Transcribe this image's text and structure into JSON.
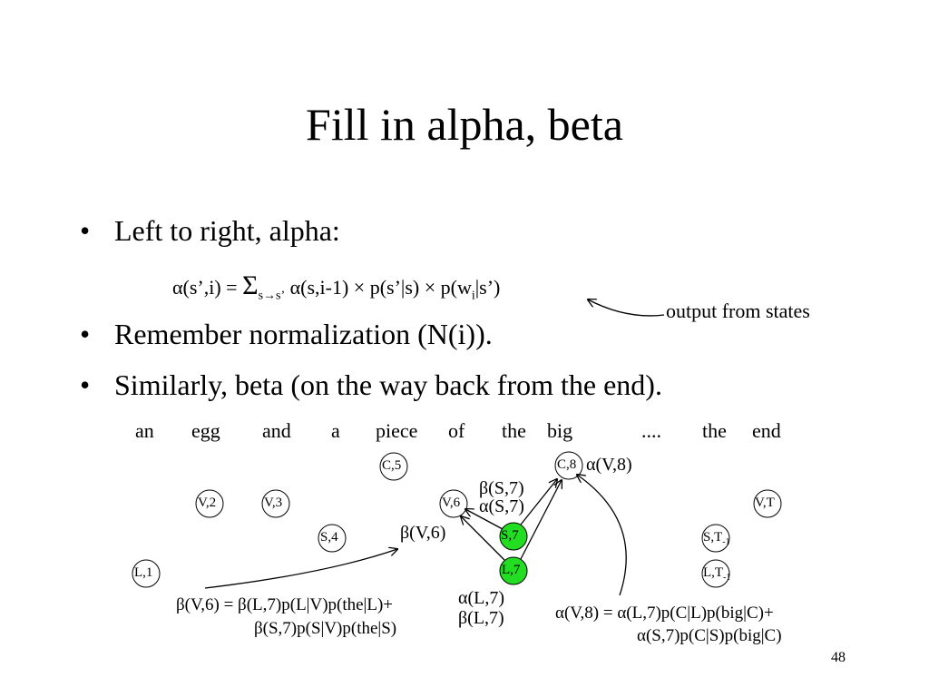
{
  "title": "Fill in alpha, beta",
  "bullets": [
    "Left to right, alpha:",
    "Remember normalization (N(i)).",
    "Similarly, beta (on the way back from the end)."
  ],
  "bullet_marker": "•",
  "formula": {
    "lhs": "α(s’,i) = ",
    "sigma": "Σ",
    "sigma_sub": "s→s’",
    "rhs_a": " α(s,i-1)  ×  p(s’|s)  ×  p(w",
    "rhs_sub": "i",
    "rhs_b": "|s’)"
  },
  "output_note": "output from states",
  "words": [
    "an",
    "egg",
    "and",
    "a",
    "piece",
    "of",
    "the",
    "big",
    "....",
    "the",
    "end"
  ],
  "nodes": {
    "c5": "C,5",
    "c8": "C,8",
    "v2": "V,2",
    "v3": "V,3",
    "v6": "V,6",
    "vt": "V,T",
    "s4": "S,4",
    "s7": "S,7",
    "st": "S,T",
    "st_sub": "-1",
    "l1": "L,1",
    "l7": "L,7",
    "lt": "L,T",
    "lt_sub": "-1"
  },
  "annotations": {
    "alpha_v8": "α(V,8)",
    "beta_s7": "β(S,7)",
    "alpha_s7": "α(S,7)",
    "beta_v6": "β(V,6)",
    "alpha_l7": "α(L,7)",
    "beta_l7": "β(L,7)"
  },
  "equations": {
    "beta_v6_line1": "β(V,6) = β(L,7)p(L|V)p(the|L)+",
    "beta_v6_line2": "β(S,7)p(S|V)p(the|S)",
    "alpha_v8_line1": "α(V,8) = α(L,7)p(C|L)p(big|C)+",
    "alpha_v8_line2": "α(S,7)p(C|S)p(big|C)"
  },
  "page_number": "48",
  "colors": {
    "highlight": "#22dd22",
    "text": "#000000",
    "background": "#ffffff"
  }
}
